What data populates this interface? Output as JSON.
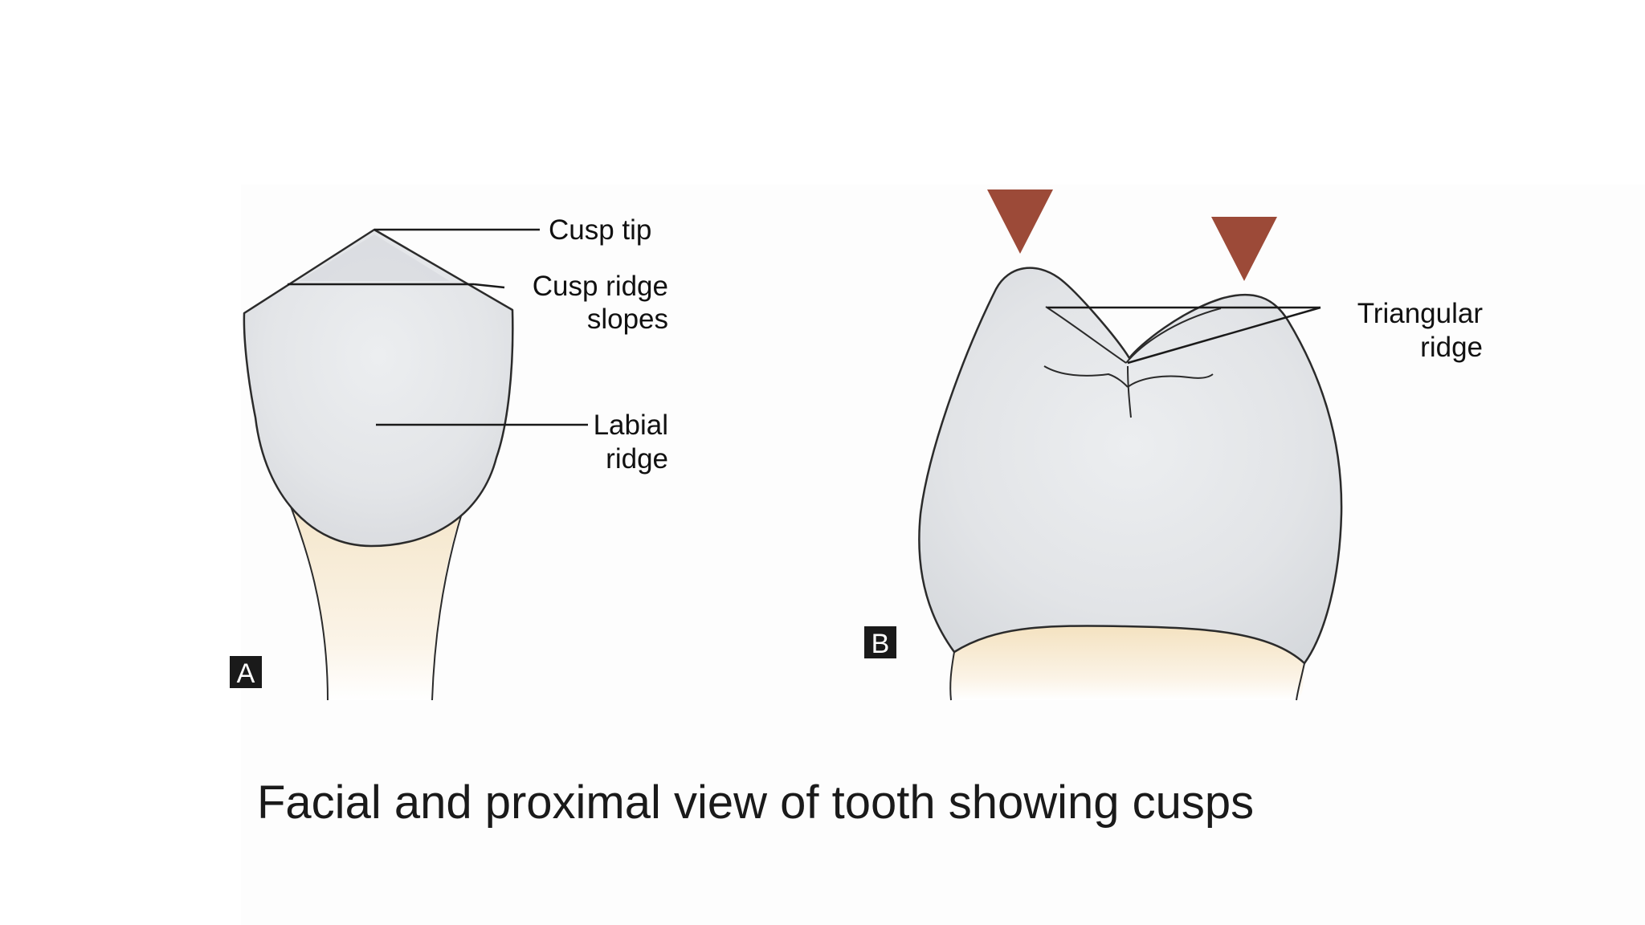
{
  "panel_a": {
    "letter": "A",
    "labels": {
      "cusp_tip": "Cusp tip",
      "cusp_ridge_slopes_line1": "Cusp ridge",
      "cusp_ridge_slopes_line2": "slopes",
      "labial_ridge_line1": "Labial",
      "labial_ridge_line2": "ridge"
    }
  },
  "panel_b": {
    "letter": "B",
    "labels": {
      "triangular_ridge_line1": "Triangular",
      "triangular_ridge_line2": "ridge"
    }
  },
  "colors": {
    "enamel": "#e4e6e8",
    "root": "#f7ead3",
    "cusp_marker": "#9c4a38",
    "outline": "#2b2b2b"
  },
  "caption": "Facial and proximal view of tooth showing cusps"
}
